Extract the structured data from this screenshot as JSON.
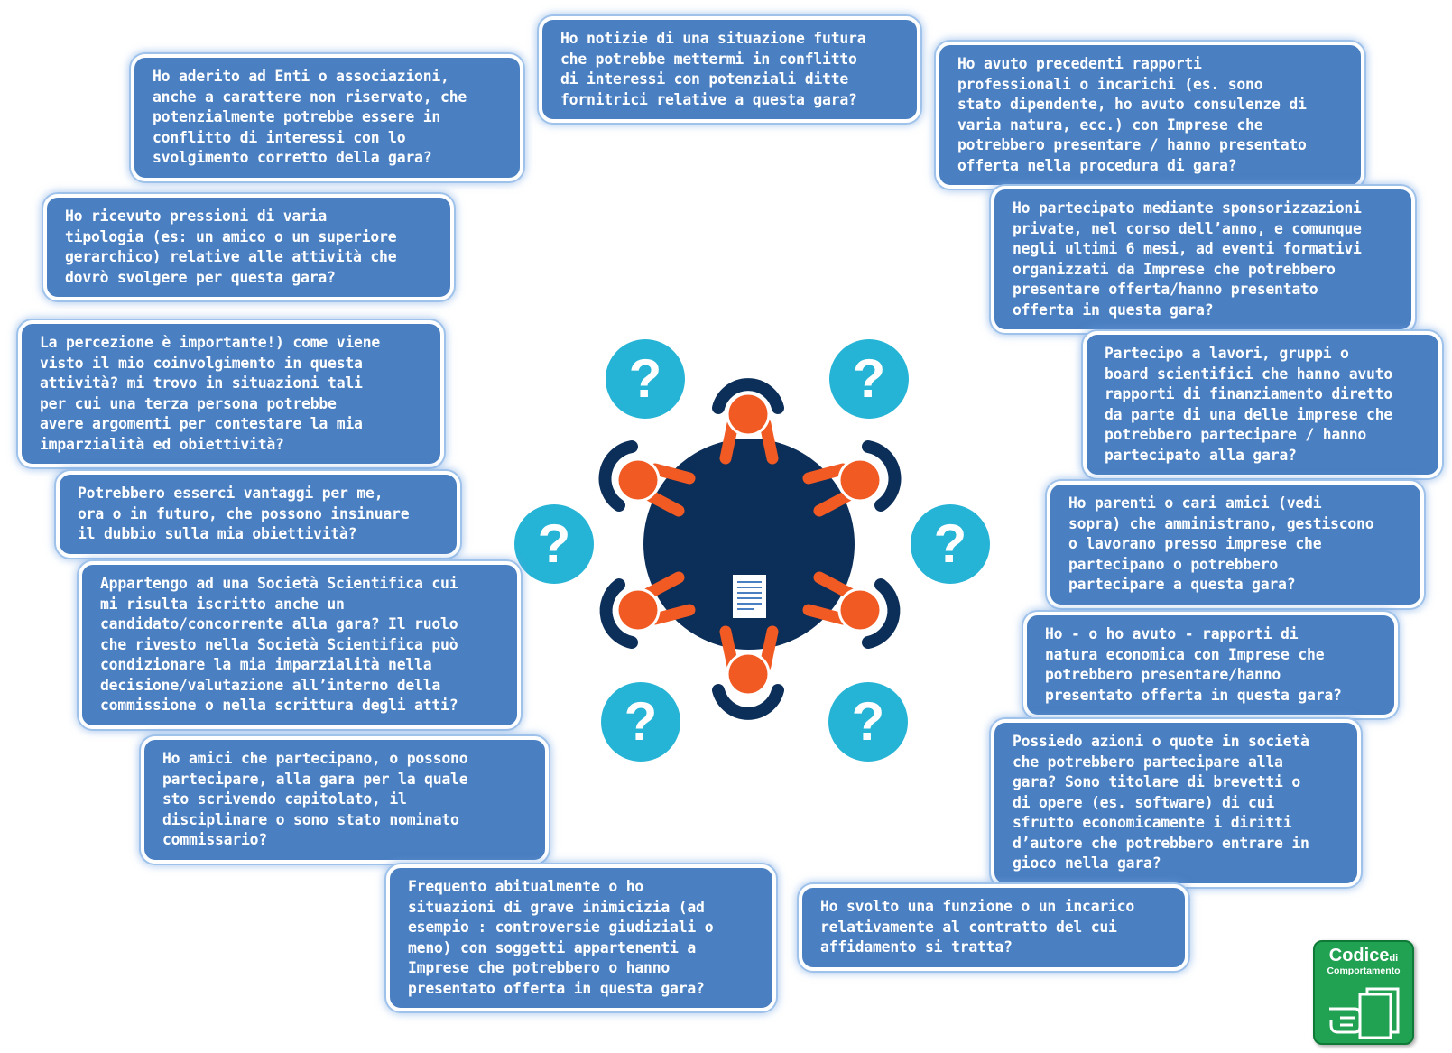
{
  "questions": [
    {
      "text": "Ho aderito ad Enti o associazioni,\nanche a carattere non riservato, che\npotenzialmente potrebbe essere in\nconflitto di interessi con lo\nsvolgimento corretto della gara?"
    },
    {
      "text": "Ho notizie di una situazione futura\nche potrebbe mettermi in conflitto\ndi interessi con potenziali ditte\nfornitrici relative a questa gara?"
    },
    {
      "text": "Ho avuto precedenti rapporti\nprofessionali o incarichi (es. sono\nstato dipendente, ho avuto consulenze di\nvaria natura, ecc.) con Imprese che\npotrebbero presentare / hanno presentato\nofferta nella procedura di gara?"
    },
    {
      "text": "Ho ricevuto pressioni di varia\ntipologia (es: un amico o un superiore\ngerarchico) relative alle attività che\ndovrò svolgere per questa gara?"
    },
    {
      "text": "Ho partecipato mediante sponsorizzazioni\nprivate, nel corso dell’anno, e comunque\nnegli ultimi 6 mesi, ad eventi formativi\norganizzati da Imprese che potrebbero\npresentare offerta/hanno presentato\nofferta in questa gara?"
    },
    {
      "text": "La percezione è importante!) come viene\nvisto il mio coinvolgimento in questa\nattività? mi trovo in situazioni tali\nper cui una terza persona potrebbe\navere argomenti per contestare la mia\nimparzialità ed obiettività?"
    },
    {
      "text": "Partecipo a lavori, gruppi o\nboard scientifici che hanno avuto\nrapporti di finanziamento diretto\nda parte di una delle imprese che\npotrebbero partecipare / hanno\npartecipato alla gara?"
    },
    {
      "text": "Potrebbero esserci vantaggi per me,\nora o in futuro, che possono insinuare\nil dubbio sulla mia obiettività?"
    },
    {
      "text": "Ho parenti o cari amici (vedi\nsopra) che amministrano, gestiscono\no lavorano presso imprese che\npartecipano o potrebbero\npartecipare a questa gara?"
    },
    {
      "text": "Appartengo ad una Società Scientifica cui\nmi risulta iscritto anche un\ncandidato/concorrente alla gara? Il ruolo\nche rivesto nella Società Scientifica può\ncondizionare la mia imparzialità nella\ndecisione/valutazione all’interno della\ncommissione o nella scrittura degli atti?"
    },
    {
      "text": "Ho - o ho avuto - rapporti di\nnatura economica con Imprese che\npotrebbero presentare/hanno\npresentato offerta in questa gara?"
    },
    {
      "text": "Ho amici che partecipano, o possono\npartecipare, alla gara per la quale\nsto scrivendo capitolato, il\ndisciplinare o sono stato nominato\ncommissario?"
    },
    {
      "text": "Possiedo azioni o quote in società\nche potrebbero partecipare alla\ngara? Sono titolare di brevetti o\ndi opere (es. software) di cui\nsfrutto economicamente i diritti\nd’autore che potrebbero entrare in\ngioco nella gara?"
    },
    {
      "text": "Frequento abitualmente o ho\nsituazioni di grave inimicizia (ad\nesempio : controversie giudiziali o\nmeno) con soggetti appartenenti a\nImprese che potrebbero o hanno\npresentato offerta in questa gara?"
    },
    {
      "text": "Ho svolto una funzione o un incarico\nrelativamente al contratto del cui\naffidamento si tratta?"
    }
  ],
  "logo": {
    "title": "Codice",
    "title_suffix": "di",
    "subtitle": "Comportamento"
  },
  "icons": {
    "question_mark": "?",
    "colors": {
      "box": "#4a7fc1",
      "table": "#0c2f5a",
      "person": "#f15a22",
      "question": "#26b4d6",
      "logo": "#21a152"
    }
  }
}
